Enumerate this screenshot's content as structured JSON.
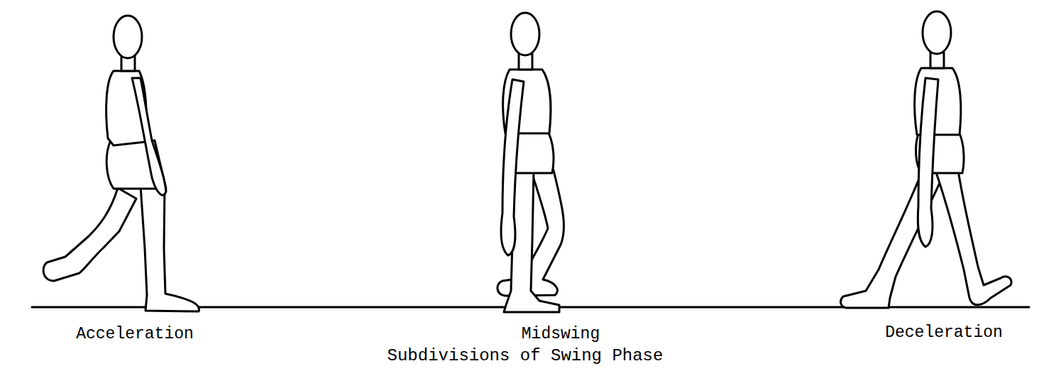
{
  "diagram": {
    "caption": "Subdivisions of Swing Phase",
    "labels": [
      "Acceleration",
      "Midswing",
      "Deceleration"
    ]
  }
}
